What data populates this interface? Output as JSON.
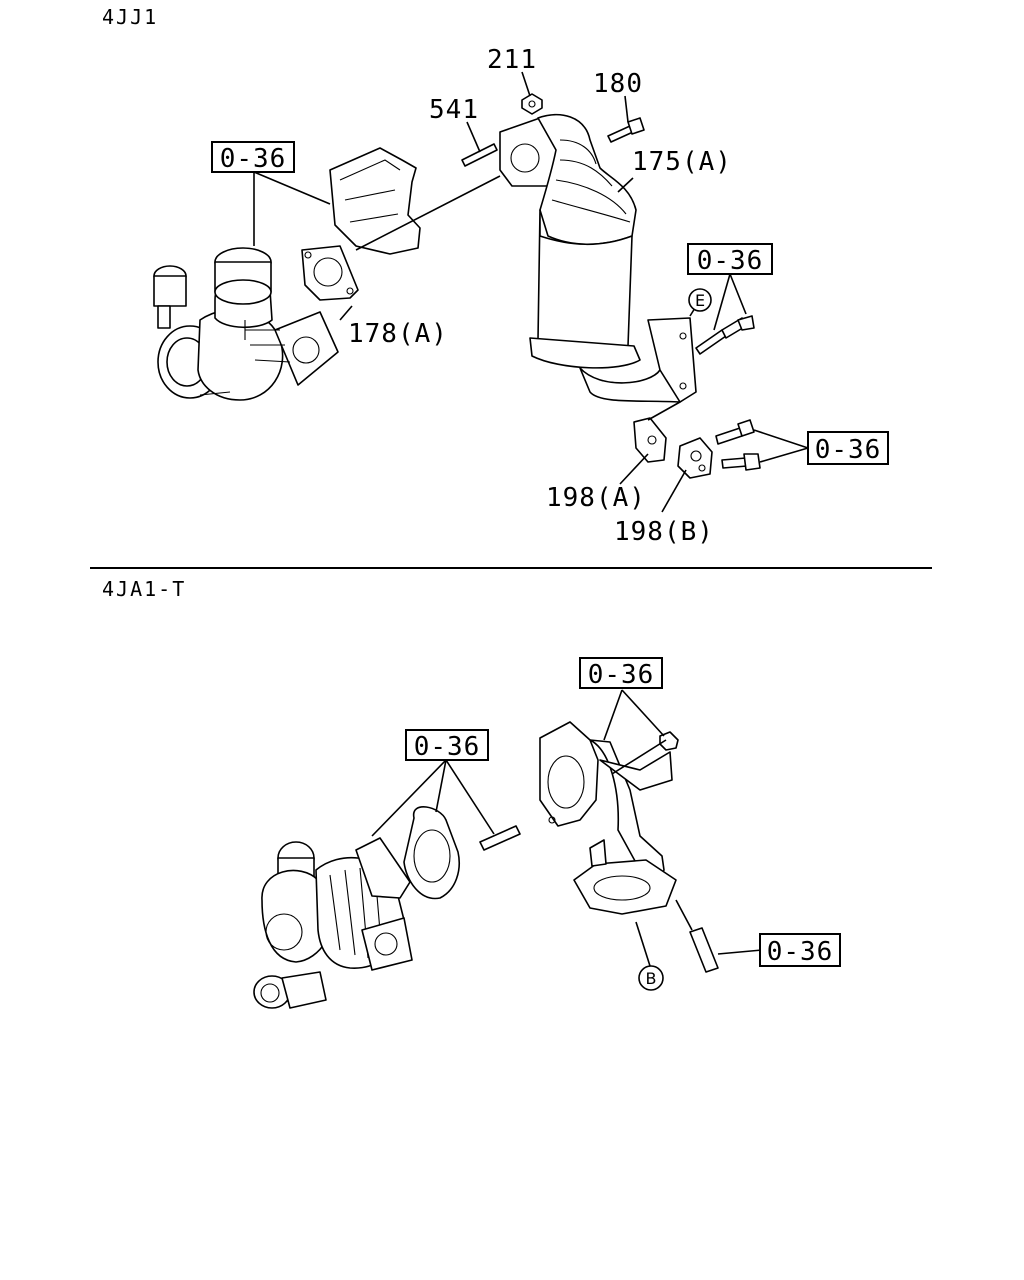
{
  "sections": {
    "top": "4JJ1",
    "bottom": "4JA1-T"
  },
  "refs": {
    "r1": "0-36",
    "r2": "0-36",
    "r3": "0-36",
    "r4": "0-36",
    "r5": "0-36",
    "r6": "0-36"
  },
  "parts": {
    "p211": "211",
    "p180": "180",
    "p541": "541",
    "p175a": "175(A)",
    "p178a": "178(A)",
    "p198a": "198(A)",
    "p198b": "198(B)"
  },
  "markers": {
    "e": "E",
    "b": "B"
  }
}
